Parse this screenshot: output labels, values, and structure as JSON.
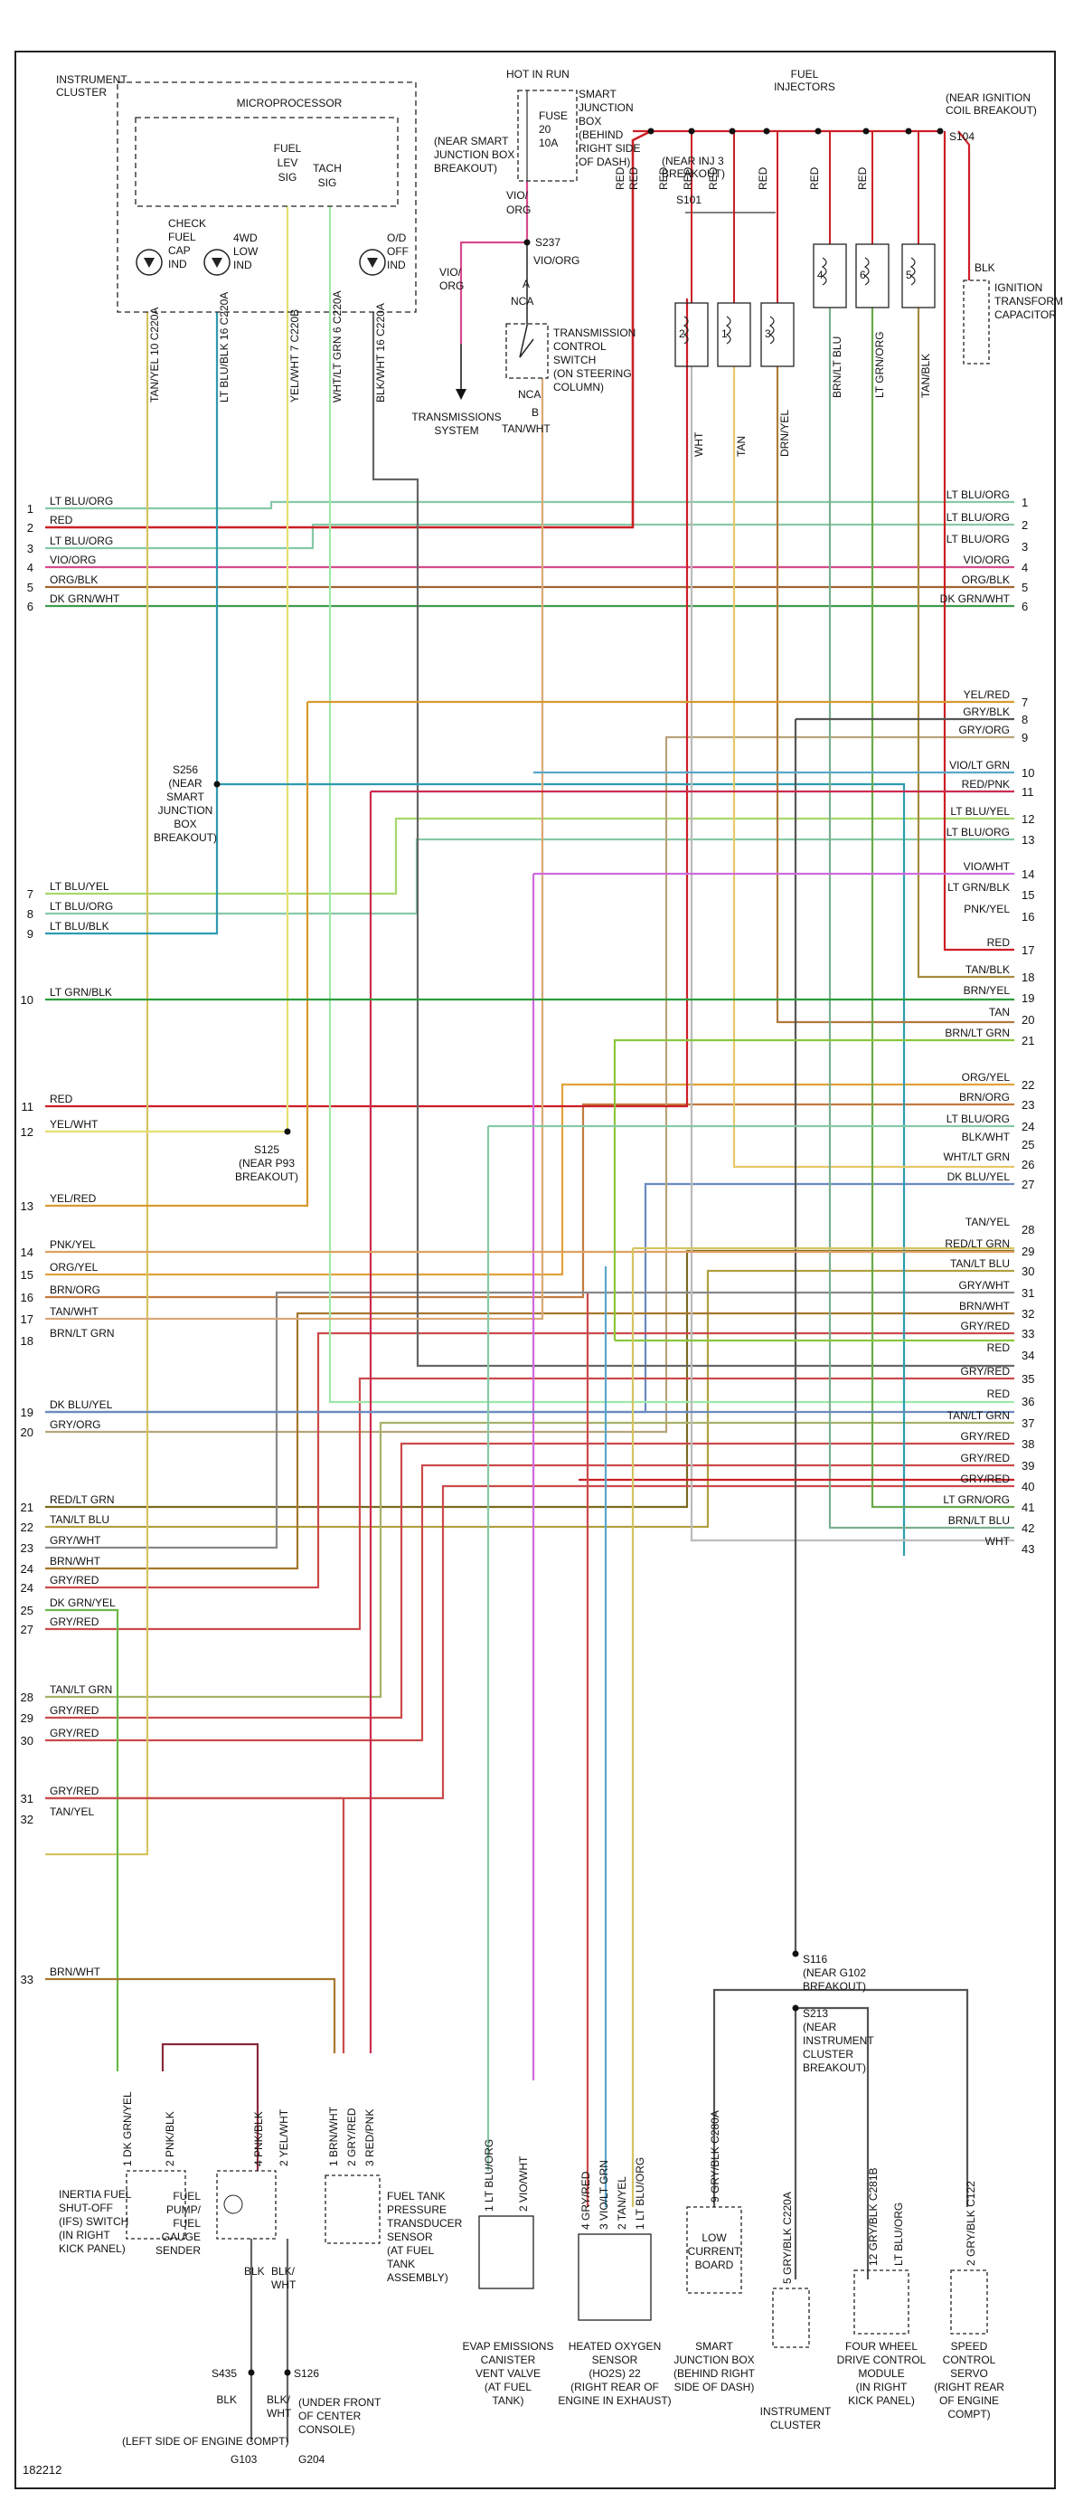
{
  "figure_id": "182212",
  "colors": {
    "LT BLU/ORG": "#86c9a6",
    "RED": "#cc1f26",
    "LT BLU/YEL": "#a8d86a",
    "VIO/ORG": "#d64a8c",
    "ORG/BLK": "#a0652e",
    "DK GRN/WHT": "#3e9a4e",
    "YEL/RED": "#d89a2e",
    "GRY/BLK": "#555555",
    "GRY/ORG": "#b8a37c",
    "VIO/LT GRN": "#5aa7c9",
    "RED/PNK": "#cc2b4e",
    "LT BLU/BLK": "#2e9bb0",
    "VIO/WHT": "#cf6adf",
    "LT GRN/BLK": "#2c9c3c",
    "PNK/YEL": "#e0a060",
    "TAN/BLK": "#a68a3e",
    "BRN/YEL": "#b07a3e",
    "TAN": "#e6c868",
    "BRN/LT GRN": "#8cc63e",
    "YEL/WHT": "#e6e070",
    "ORG/YEL": "#e0a23c",
    "BRN/ORG": "#c47a3e",
    "TAN/WHT": "#d9a878",
    "DK BLU/YEL": "#6a8abf",
    "WHT/LT GRN": "#9ee8a8",
    "TAN/YEL": "#d4c460",
    "RED/LT GRN": "#7a6a1e",
    "TAN/LT BLU": "#b0a040",
    "GRY/WHT": "#888888",
    "BRN/WHT": "#a8762e",
    "GRY/RED": "#cc4a4a",
    "DK GRN/YEL": "#6cb84a",
    "TAN/LT GRN": "#a8b068",
    "LT GRN/ORG": "#6aaa4a",
    "BRN/LT BLU": "#7aae8e",
    "WHT": "#bbbbbb",
    "BLK/WHT": "#666666",
    "PNK/BLK": "#882a3a",
    "LT GRN/BLK2": "#2c9c3c"
  },
  "labels": {
    "instrument_cluster": [
      "INSTRUMENT",
      "CLUSTER"
    ],
    "microprocessor": "MICROPROCESSOR",
    "fuel_lev_sig": [
      "FUEL",
      "LEV",
      "SIG"
    ],
    "tach_sig": [
      "TACH",
      "SIG"
    ],
    "check_fuel_cap": [
      "CHECK",
      "FUEL",
      "CAP",
      "IND"
    ],
    "fourwd_low": [
      "4WD",
      "LOW",
      "IND"
    ],
    "od_off": [
      "O/D",
      "OFF",
      "IND"
    ],
    "hot_in_run": "HOT IN RUN",
    "fuse": [
      "FUSE",
      "20",
      "10A"
    ],
    "smart_jb": [
      "SMART",
      "JUNCTION",
      "BOX",
      "(BEHIND",
      "RIGHT SIDE",
      "OF DASH)"
    ],
    "near_sjb": [
      "(NEAR SMART",
      "JUNCTION BOX",
      "BREAKOUT)"
    ],
    "s237": "S237",
    "vio_org_a": "VIO/ORG",
    "vio_org_b": "VIO/ORG",
    "vio_org_c": [
      "VIO/",
      "ORG"
    ],
    "vio_org_d": [
      "VIO/",
      "ORG"
    ],
    "transmission_system": [
      "TRANSMISSIONS",
      "SYSTEM"
    ],
    "tcs": [
      "TRANSMISSION",
      "CONTROL",
      "SWITCH",
      "(ON STEERING",
      "COLUMN)"
    ],
    "nca_a": "A",
    "nca_top": "NCA",
    "nca_bot": "NCA",
    "nca_b": "B",
    "tan_wht_tcs": "TAN/WHT",
    "fuel_injectors": [
      "FUEL",
      "INJECTORS"
    ],
    "near_ign_coil": [
      "(NEAR IGNITION",
      "COIL BREAKOUT)"
    ],
    "s104": "S104",
    "near_inj3": [
      "(NEAR INJ 3",
      "BREAKOUT)"
    ],
    "s101": "S101",
    "ign_cap": [
      "IGNITION",
      "TRANSFORM",
      "CAPACITOR"
    ],
    "blk": "BLK",
    "s256": [
      "S256",
      "(NEAR",
      "SMART",
      "JUNCTION",
      "BOX",
      "BREAKOUT)"
    ],
    "s125": [
      "S125",
      "(NEAR P93",
      "BREAKOUT)"
    ],
    "s116": [
      "S116",
      "(NEAR G102",
      "BREAKOUT)"
    ],
    "s213": [
      "S213",
      "(NEAR",
      "INSTRUMENT",
      "CLUSTER",
      "BREAKOUT)"
    ],
    "ifs": [
      "INERTIA FUEL",
      "SHUT-OFF",
      "(IFS) SWITCH",
      "(IN RIGHT",
      "KICK PANEL)"
    ],
    "fuel_pump": [
      "FUEL",
      "PUMP/",
      "FUEL",
      "GAUGE",
      "SENDER"
    ],
    "ftp": [
      "FUEL TANK",
      "PRESSURE",
      "TRANSDUCER",
      "SENSOR",
      "(AT FUEL",
      "TANK",
      "ASSEMBLY)"
    ],
    "evap": [
      "EVAP EMISSIONS",
      "CANISTER",
      "VENT VALVE",
      "(AT FUEL",
      "TANK)"
    ],
    "ho2s": [
      "HEATED OXYGEN",
      "SENSOR",
      "(HO2S) 22",
      "(RIGHT REAR OF",
      "ENGINE IN EXHAUST)"
    ],
    "low_current": [
      "LOW",
      "CURRENT",
      "BOARD"
    ],
    "sjb_bottom": [
      "SMART",
      "JUNCTION BOX",
      "(BEHIND RIGHT",
      "SIDE OF DASH)"
    ],
    "ic_bottom": [
      "INSTRUMENT",
      "CLUSTER"
    ],
    "fwd_module": [
      "FOUR WHEEL",
      "DRIVE CONTROL",
      "MODULE",
      "(IN RIGHT",
      "KICK PANEL)"
    ],
    "speed_servo": [
      "SPEED",
      "CONTROL",
      "SERVO",
      "(RIGHT REAR",
      "OF ENGINE",
      "COMPT)"
    ],
    "s435": "S435",
    "s126": "S126",
    "blk_a": "BLK",
    "blk_b": "BLK",
    "blk_wht_a": [
      "BLK/",
      "WHT"
    ],
    "blk_wht_b": [
      "BLK/",
      "WHT"
    ],
    "left_side": "(LEFT SIDE OF ENGINE COMPT)",
    "under_console": [
      "(UNDER FRONT",
      "OF CENTER",
      "CONSOLE)"
    ],
    "g103": "G103",
    "g204": "G204"
  },
  "top_wire_labels": [
    {
      "text": "TAN/YEL",
      "pin": "10",
      "conn": "C220A"
    },
    {
      "text": "LT BLU/BLK",
      "pin": "16",
      "conn": "C220A"
    },
    {
      "text": "YEL/WHT",
      "pin": "7",
      "conn": "C220B"
    },
    {
      "text": "WHT/LT GRN",
      "pin": "6",
      "conn": "C220A"
    },
    {
      "text": "BLK/WHT",
      "pin": "16",
      "conn": "C220A"
    }
  ],
  "injector_wire_labels": [
    "RED",
    "RED",
    "RED",
    "RED",
    "RED",
    "RED",
    "RED",
    "RED"
  ],
  "injector_bottom_labels": [
    "WHT",
    "TAN",
    "DRN/YEL",
    "BRN/LT BLU",
    "LT GRN/ORG",
    "TAN/BLK"
  ],
  "injector_numbers": [
    "2",
    "1",
    "3",
    "4",
    "6",
    "5"
  ],
  "left_wires": [
    {
      "num": "1",
      "label": "LT BLU/ORG"
    },
    {
      "num": "2",
      "label": "RED"
    },
    {
      "num": "3",
      "label": "LT BLU/ORG"
    },
    {
      "num": "4",
      "label": "VIO/ORG"
    },
    {
      "num": "5",
      "label": "ORG/BLK"
    },
    {
      "num": "6",
      "label": "DK GRN/WHT"
    },
    {
      "num": "7",
      "label": "LT BLU/YEL"
    },
    {
      "num": "8",
      "label": "LT BLU/ORG"
    },
    {
      "num": "9",
      "label": "LT BLU/BLK"
    },
    {
      "num": "10",
      "label": "LT GRN/BLK"
    },
    {
      "num": "11",
      "label": "RED"
    },
    {
      "num": "12",
      "label": "YEL/WHT"
    },
    {
      "num": "13",
      "label": "YEL/RED"
    },
    {
      "num": "14",
      "label": "PNK/YEL"
    },
    {
      "num": "15",
      "label": "ORG/YEL"
    },
    {
      "num": "16",
      "label": "BRN/ORG"
    },
    {
      "num": "17",
      "label": "TAN/WHT"
    },
    {
      "num": "18",
      "label": "BRN/LT GRN"
    },
    {
      "num": "19",
      "label": "DK BLU/YEL"
    },
    {
      "num": "20",
      "label": "GRY/ORG"
    },
    {
      "num": "21",
      "label": "RED/LT GRN"
    },
    {
      "num": "22",
      "label": "TAN/LT BLU"
    },
    {
      "num": "23",
      "label": "GRY/WHT"
    },
    {
      "num": "24",
      "label": "BRN/WHT"
    },
    {
      "num": "24",
      "label": "GRY/RED"
    },
    {
      "num": "25",
      "label": "DK GRN/YEL"
    },
    {
      "num": "27",
      "label": "GRY/RED"
    },
    {
      "num": "28",
      "label": "TAN/LT GRN"
    },
    {
      "num": "29",
      "label": "GRY/RED"
    },
    {
      "num": "30",
      "label": "GRY/RED"
    },
    {
      "num": "31",
      "label": "GRY/RED"
    },
    {
      "num": "32",
      "label": "TAN/YEL"
    },
    {
      "num": "33",
      "label": "BRN/WHT"
    }
  ],
  "right_wires": [
    {
      "num": "1",
      "label": "LT BLU/ORG"
    },
    {
      "num": "2",
      "label": "LT BLU/ORG"
    },
    {
      "num": "3",
      "label": "LT BLU/ORG"
    },
    {
      "num": "4",
      "label": "VIO/ORG"
    },
    {
      "num": "5",
      "label": "ORG/BLK"
    },
    {
      "num": "6",
      "label": "DK GRN/WHT"
    },
    {
      "num": "7",
      "label": "YEL/RED"
    },
    {
      "num": "8",
      "label": "GRY/BLK"
    },
    {
      "num": "9",
      "label": "GRY/ORG"
    },
    {
      "num": "10",
      "label": "VIO/LT GRN"
    },
    {
      "num": "11",
      "label": "RED/PNK"
    },
    {
      "num": "12",
      "label": "LT BLU/YEL"
    },
    {
      "num": "13",
      "label": "LT BLU/ORG"
    },
    {
      "num": "14",
      "label": "VIO/WHT"
    },
    {
      "num": "15",
      "label": "LT GRN/BLK"
    },
    {
      "num": "16",
      "label": "PNK/YEL"
    },
    {
      "num": "17",
      "label": "RED"
    },
    {
      "num": "18",
      "label": "TAN/BLK"
    },
    {
      "num": "19",
      "label": "BRN/YEL"
    },
    {
      "num": "20",
      "label": "TAN"
    },
    {
      "num": "21",
      "label": "BRN/LT GRN"
    },
    {
      "num": "22",
      "label": "ORG/YEL"
    },
    {
      "num": "23",
      "label": "BRN/ORG"
    },
    {
      "num": "24",
      "label": "LT BLU/ORG"
    },
    {
      "num": "25",
      "label": "BLK/WHT"
    },
    {
      "num": "26",
      "label": "WHT/LT GRN"
    },
    {
      "num": "27",
      "label": "DK BLU/YEL"
    },
    {
      "num": "28",
      "label": "TAN/YEL"
    },
    {
      "num": "29",
      "label": "RED/LT GRN"
    },
    {
      "num": "30",
      "label": "TAN/LT BLU"
    },
    {
      "num": "31",
      "label": "GRY/WHT"
    },
    {
      "num": "32",
      "label": "BRN/WHT"
    },
    {
      "num": "33",
      "label": "GRY/RED"
    },
    {
      "num": "34",
      "label": "RED"
    },
    {
      "num": "35",
      "label": "GRY/RED"
    },
    {
      "num": "36",
      "label": "RED"
    },
    {
      "num": "37",
      "label": "TAN/LT GRN"
    },
    {
      "num": "38",
      "label": "GRY/RED"
    },
    {
      "num": "39",
      "label": "GRY/RED"
    },
    {
      "num": "40",
      "label": "GRY/RED"
    },
    {
      "num": "41",
      "label": "LT GRN/ORG"
    },
    {
      "num": "42",
      "label": "BRN/LT BLU"
    },
    {
      "num": "43",
      "label": "WHT"
    }
  ],
  "bottom_wire_labels": {
    "ifs": [
      {
        "pin": "1",
        "text": "DK GRN/YEL"
      },
      {
        "pin": "2",
        "text": "PNK/BLK"
      }
    ],
    "pump": [
      {
        "pin": "4",
        "text": "PNK/BLK"
      },
      {
        "pin": "2",
        "text": "YEL/WHT"
      }
    ],
    "ftp": [
      {
        "pin": "1",
        "text": "BRN/WHT"
      },
      {
        "pin": "2",
        "text": "GRY/RED"
      },
      {
        "pin": "3",
        "text": "RED/PNK"
      }
    ],
    "evap": [
      {
        "pin": "1",
        "text": "LT BLU/ORG"
      },
      {
        "pin": "2",
        "text": "VIO/WHT"
      }
    ],
    "ho2s": [
      {
        "pin": "4",
        "text": "GRY/RED"
      },
      {
        "pin": "3",
        "text": "VIO/LT GRN"
      },
      {
        "pin": "2",
        "text": "TAN/YEL"
      },
      {
        "pin": "1",
        "text": "LT BLU/ORG"
      }
    ],
    "sjb": [
      {
        "pin": "9",
        "text": "GRY/BLK",
        "conn": "C280A"
      }
    ],
    "ic": [
      {
        "pin": "5",
        "text": "GRY/BLK",
        "conn": "C220A"
      }
    ],
    "fwd": [
      {
        "pin": "12",
        "text": "GRY/BLK",
        "conn": "C281B"
      },
      {
        "pin": "",
        "text": "LT BLU/ORG"
      }
    ],
    "servo": [
      {
        "pin": "2",
        "text": "GRY/BLK",
        "conn": "C122"
      }
    ]
  }
}
